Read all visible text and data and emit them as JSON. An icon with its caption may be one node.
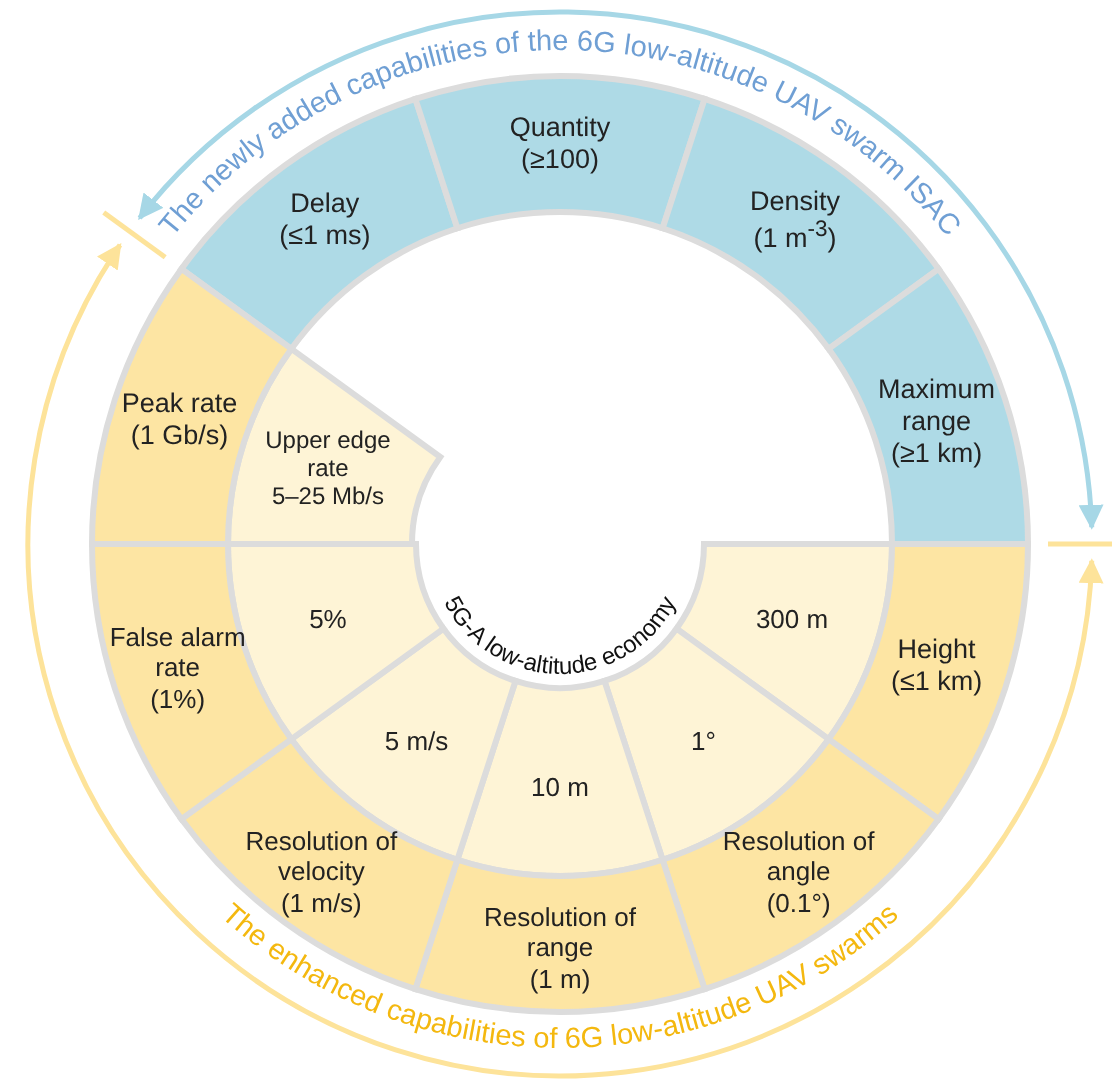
{
  "diagram": {
    "nodes": [
      {
        "text": [
          "Delay",
          "(≤1 ms)"
        ]
      },
      {
        "text": [
          "Quantity",
          "(≥100)"
        ]
      },
      {
        "text": [
          "Density",
          "(1 m$^{-3}$)"
        ]
      },
      {
        "text": [
          "Maximum range",
          "(≥1 km)"
        ]
      },
      {
        "text": [
          "Height",
          "(≤1 km)"
        ]
      },
      {
        "text": [
          "Resolution of angle",
          "(0.1°)"
        ]
      },
      {
        "text": [
          "Resolution of range",
          "(1 m)"
        ]
      },
      {
        "text": [
          "Resolution of velocity",
          "(1 m/s)"
        ]
      },
      {
        "text": [
          "False alarm rate",
          "(1%)"
        ]
      },
      {
        "text": [
          "Peak rate",
          "(1 Gb/s)"
        ]
      },
      {
        "text": [
          "Upper edge rate",
          "5–25 Mb/s"
        ]
      },
      {
        "text": [
          "5%"
        ]
      },
      {
        "text": [
          "5 m/s"
        ]
      },
      {
        "text": [
          "10 m"
        ]
      },
      {
        "text": [
          "1°"
        ]
      },
      {
        "text": [
          "300 m"
        ]
      }
    ],
    "labels": [
      "The newly added capabilities of the 6G low-altitude UAV swarm ISAC",
      "5G-A low-altitude economy",
      "The enhanced capabilities of 6G low-altitude UAV swarms"
    ]
  }
}
